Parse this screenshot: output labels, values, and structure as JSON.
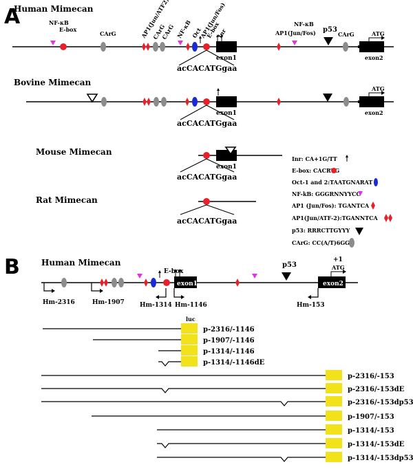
{
  "panel_a": {
    "label": "A",
    "human": {
      "title": "Human Mimecan",
      "labels": {
        "nfkb1": "NF-κB",
        "ebox1": "E-box",
        "carg1": "CArG",
        "ap1_jun_atf2": "AP1(Jun/ATF2)",
        "carg2": "CArG",
        "carg3": "CArG",
        "nfkb2": "NF-κB",
        "oct": "Oct",
        "ap1_jun_fos1": "AP1(Jun/Fos)",
        "ebox2": "E-box",
        "inr": "Inr",
        "exon1": "exon1",
        "ap1_jun_fos2": "AP1(Jun/Fos)",
        "nfkb3": "NF-κB",
        "p53": "p53",
        "carg4": "CArG",
        "atg": "ATG",
        "exon2": "exon2"
      },
      "seq": "acCACATGgaa"
    },
    "bovine": {
      "title": "Bovine Mimecan",
      "exon1": "exon1",
      "atg": "ATG",
      "exon2": "exon2",
      "seq": "acCACATGgaa"
    },
    "mouse": {
      "title": "Mouse Mimecan",
      "exon1": "exon1",
      "seq": "acCACATGgaa"
    },
    "rat": {
      "title": "Rat Mimecan",
      "seq": "acCACATGgaa"
    },
    "legend": [
      "Inr: CA+1G/TT",
      "E-box: CACRTG",
      "Oct-1 and 2:TAATGNARAT",
      "NF-kB: GGGRNNYYCC",
      "AP1 (Jun/Fos): TGANTCA",
      "AP1(Jun/ATF-2):TGANNTCA",
      "p53: RRRCTTGYYY",
      "CArG: CC(A/T)6GG"
    ]
  },
  "panel_b": {
    "label": "B",
    "title": "Human Mimecan",
    "ebox": "E-box",
    "p53": "p53",
    "plus1": "+1",
    "atg": "ATG",
    "exon1": "exon1",
    "exon2": "exon2",
    "luc": "luc",
    "primers": [
      "Hm-2316",
      "Hm-1907",
      "Hm-1314",
      "Hm-1146",
      "Hm-153"
    ],
    "constructs": [
      "p-2316/-1146",
      "p-1907/-1146",
      "p-1314/-1146",
      "p-1314/-1146dE",
      "p-2316/-153",
      "p-2316/-153dE",
      "p-2316/-153dp53",
      "p-1907/-153",
      "p-1314/-153",
      "p-1314/-153dE",
      "p-1314/-153dp53"
    ]
  },
  "colors": {
    "red": "#e8202a",
    "grey": "#8c8c8c",
    "blue": "#1a2bd6",
    "magenta": "#e033e6",
    "luc_yellow": "#f2e21c",
    "black": "#000000"
  }
}
